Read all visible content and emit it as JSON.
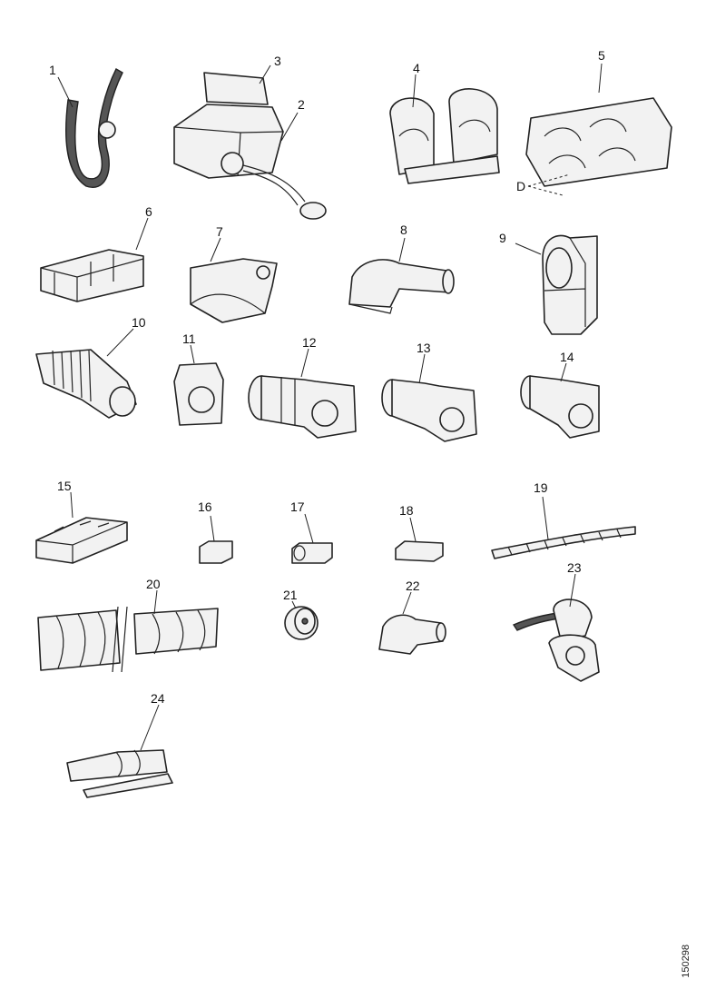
{
  "callouts": [
    "1",
    "2",
    "3",
    "4",
    "5",
    "6",
    "7",
    "8",
    "9",
    "10",
    "11",
    "12",
    "13",
    "14",
    "15",
    "16",
    "17",
    "18",
    "19",
    "20",
    "21",
    "22",
    "23",
    "24"
  ],
  "dimension_label": "D",
  "reference_code": "150298"
}
